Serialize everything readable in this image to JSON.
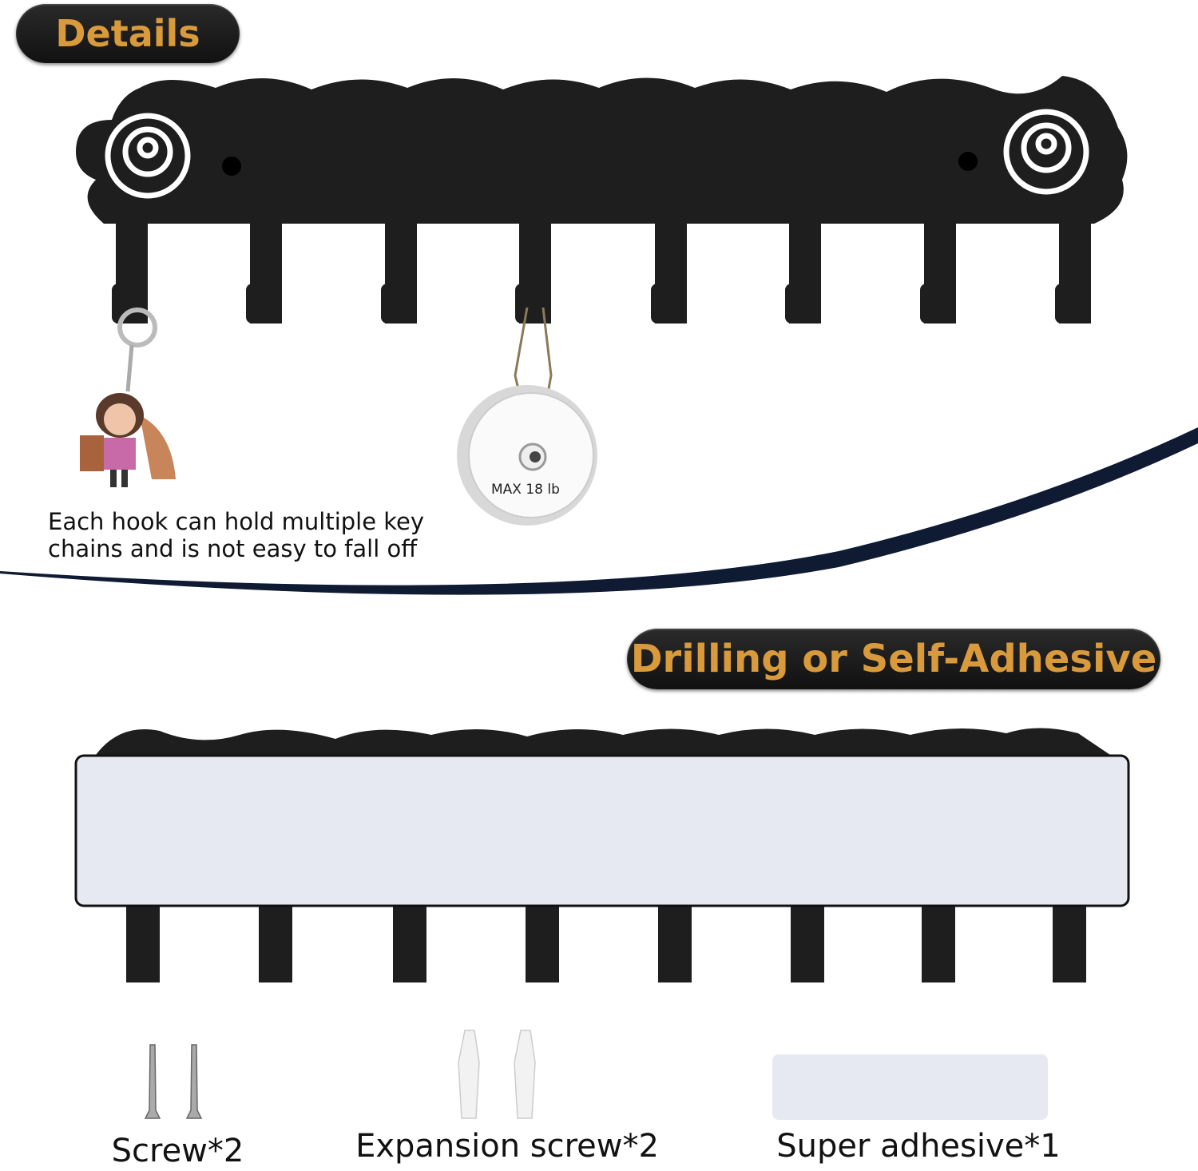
{
  "header": {
    "details_label": "Details",
    "mount_label": "Drilling or Self-Adhesive"
  },
  "hook_callout": {
    "line1": "Each hook can hold multiple key",
    "line2": "chains and is not easy to fall off"
  },
  "weight_tag": {
    "label": "MAX  18 lb"
  },
  "accessories": [
    {
      "label": "Screw*2",
      "icon": "screw-icon"
    },
    {
      "label": "Expansion screw*2",
      "icon": "wall-anchor-icon"
    },
    {
      "label": "Super adhesive*1",
      "icon": "adhesive-strip-icon"
    }
  ],
  "colors": {
    "accent": "#d99a3b",
    "product": "#1c1c1c",
    "adhesive": "#e6e9f2"
  }
}
